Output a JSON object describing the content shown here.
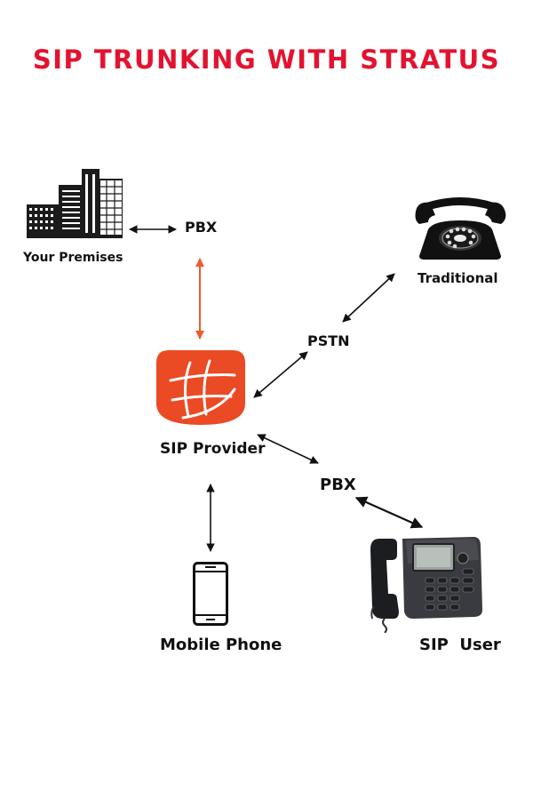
{
  "title": "SIP TRUNKING WITH STRATUS",
  "colors": {
    "title": "#e3132f",
    "accent_arrow": "#ee5a2b",
    "provider_logo": "#ea4a24",
    "arrow": "#111111"
  },
  "nodes": {
    "premises": {
      "label": "Your Premises",
      "icon": "buildings-icon"
    },
    "pbx_top": {
      "label": "PBX"
    },
    "traditional": {
      "label": "Traditional",
      "icon": "rotary-phone-icon"
    },
    "pstn": {
      "label": "PSTN"
    },
    "provider": {
      "label": "SIP Provider",
      "icon": "sip-provider-logo"
    },
    "pbx_bottom": {
      "label": "PBX"
    },
    "mobile": {
      "label": "Mobile Phone",
      "icon": "mobile-phone-icon"
    },
    "sip_user": {
      "label": "SIP  User",
      "icon": "ip-desk-phone-icon"
    }
  }
}
